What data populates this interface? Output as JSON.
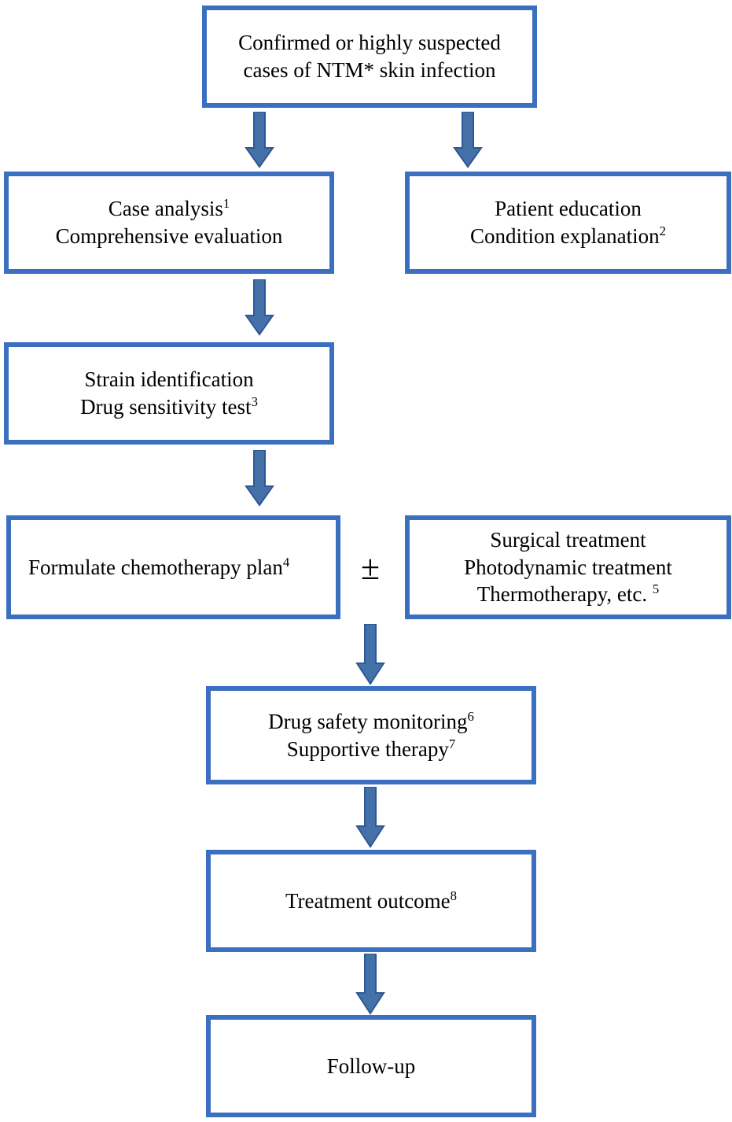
{
  "diagram": {
    "title": "NTM skin infection management flowchart",
    "colors": {
      "box_border": "#3b6fc0",
      "box_fill": "#ffffff",
      "arrow_fill": "#4472a8",
      "arrow_stroke": "#2e5795",
      "text": "#000000",
      "background": "#ffffff"
    },
    "operator_symbol": "±",
    "nodes": [
      {
        "id": "node-confirmed-cases",
        "name": "confirmed-cases-box",
        "lines": [
          "Confirmed or highly suspected",
          "cases of NTM* skin infection"
        ],
        "superscript": "",
        "align": "center"
      },
      {
        "id": "node-case-analysis",
        "name": "case-analysis-box",
        "lines": [
          "Case analysis",
          "Comprehensive evaluation"
        ],
        "line_superscripts": [
          "1",
          ""
        ],
        "align": "center"
      },
      {
        "id": "node-patient-education",
        "name": "patient-education-box",
        "lines": [
          "Patient education",
          "Condition explanation"
        ],
        "line_superscripts": [
          "",
          "2"
        ],
        "align": "center"
      },
      {
        "id": "node-strain-identification",
        "name": "strain-identification-box",
        "lines": [
          "Strain identification",
          "Drug sensitivity test"
        ],
        "line_superscripts": [
          "",
          "3"
        ],
        "align": "center"
      },
      {
        "id": "node-chemotherapy-plan",
        "name": "formulate-chemotherapy-plan-box",
        "lines": [
          "Formulate chemotherapy plan"
        ],
        "line_superscripts": [
          "4"
        ],
        "align": "left"
      },
      {
        "id": "node-surgical-treatment",
        "name": "surgical-treatment-box",
        "lines": [
          "Surgical treatment",
          "Photodynamic treatment",
          "Thermotherapy, etc. "
        ],
        "line_superscripts": [
          "",
          "",
          "5"
        ],
        "align": "center"
      },
      {
        "id": "node-drug-safety",
        "name": "drug-safety-monitoring-box",
        "lines": [
          "Drug safety monitoring",
          "Supportive therapy"
        ],
        "line_superscripts": [
          "6",
          "7"
        ],
        "align": "center"
      },
      {
        "id": "node-treatment-outcome",
        "name": "treatment-outcome-box",
        "lines": [
          "Treatment outcome"
        ],
        "line_superscripts": [
          "8"
        ],
        "align": "center"
      },
      {
        "id": "node-follow-up",
        "name": "follow-up-box",
        "lines": [
          "Follow-up"
        ],
        "line_superscripts": [
          ""
        ],
        "align": "center"
      }
    ],
    "edges": [
      {
        "from": "node-confirmed-cases",
        "to": "node-case-analysis",
        "name": "arrow-confirmed-to-case-analysis"
      },
      {
        "from": "node-confirmed-cases",
        "to": "node-patient-education",
        "name": "arrow-confirmed-to-patient-education"
      },
      {
        "from": "node-case-analysis",
        "to": "node-strain-identification",
        "name": "arrow-case-analysis-to-strain"
      },
      {
        "from": "node-strain-identification",
        "to": "node-chemotherapy-plan",
        "name": "arrow-strain-to-chemotherapy"
      },
      {
        "from": "node-chemotherapy-plan",
        "to": "node-drug-safety",
        "name": "arrow-chemotherapy-to-drug-safety"
      },
      {
        "from": "node-drug-safety",
        "to": "node-treatment-outcome",
        "name": "arrow-drug-safety-to-outcome"
      },
      {
        "from": "node-treatment-outcome",
        "to": "node-follow-up",
        "name": "arrow-outcome-to-follow-up"
      }
    ],
    "text": {
      "confirmed_line1": "Confirmed or highly suspected",
      "confirmed_line2": "cases of NTM* skin infection",
      "case_analysis_line1": "Case analysis",
      "case_analysis_sup1": "1",
      "case_analysis_line2": "Comprehensive evaluation",
      "patient_education_line1": "Patient education",
      "patient_education_line2": "Condition explanation",
      "patient_education_sup2": "2",
      "strain_line1": "Strain identification",
      "strain_line2": "Drug sensitivity test",
      "strain_sup2": "3",
      "chemo_line1": "Formulate chemotherapy plan",
      "chemo_sup1": "4",
      "surgical_line1": "Surgical treatment",
      "surgical_line2": "Photodynamic treatment",
      "surgical_line3": "Thermotherapy, etc. ",
      "surgical_sup3": "5",
      "drugsafety_line1": "Drug safety monitoring",
      "drugsafety_sup1": "6",
      "drugsafety_line2": "Supportive therapy",
      "drugsafety_sup2": "7",
      "outcome_line1": "Treatment outcome",
      "outcome_sup1": "8",
      "followup_line1": "Follow-up",
      "operator": "±"
    }
  }
}
